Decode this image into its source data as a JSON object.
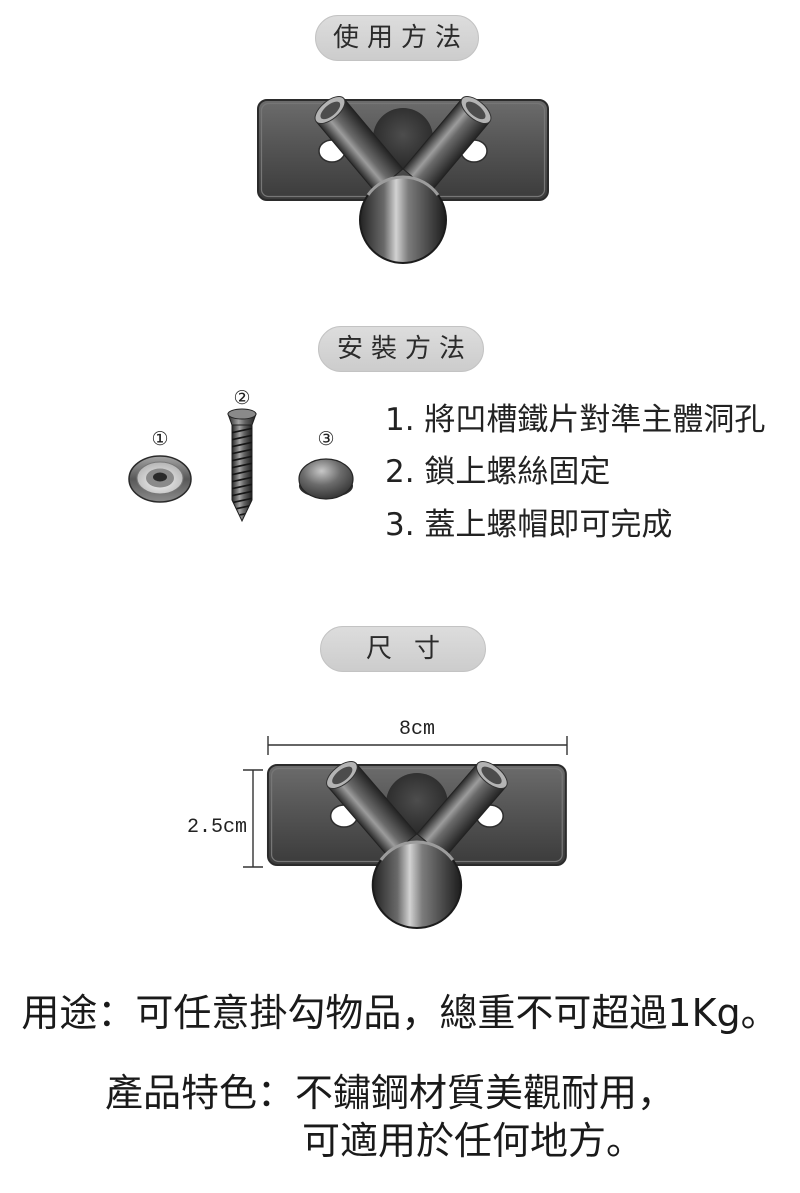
{
  "sections": {
    "usage_title": "使用方法",
    "install_title": "安裝方法",
    "size_title": "尺寸"
  },
  "install": {
    "part_labels": [
      "①",
      "②",
      "③"
    ],
    "steps": [
      "1. 將凹槽鐵片對準主體洞孔",
      "2. 鎖上螺絲固定",
      "3. 蓋上螺帽即可完成"
    ]
  },
  "size": {
    "width": "8cm",
    "height": "2.5cm"
  },
  "usage_text": "用途：可任意掛勾物品，總重不可超過1Kg。",
  "features": {
    "line1": "產品特色：不鏽鋼材質美觀耐用，",
    "line2": "可適用於任何地方。"
  },
  "icons": {
    "hook": "wall-hook-icon",
    "part_1": "washer-icon",
    "part_2": "screw-icon",
    "part_3": "screw-cap-icon"
  },
  "colors": {
    "pill_background": "#d3d3d3",
    "pill_text": "#2b2b2b",
    "body_text": "#1a1a1a"
  }
}
